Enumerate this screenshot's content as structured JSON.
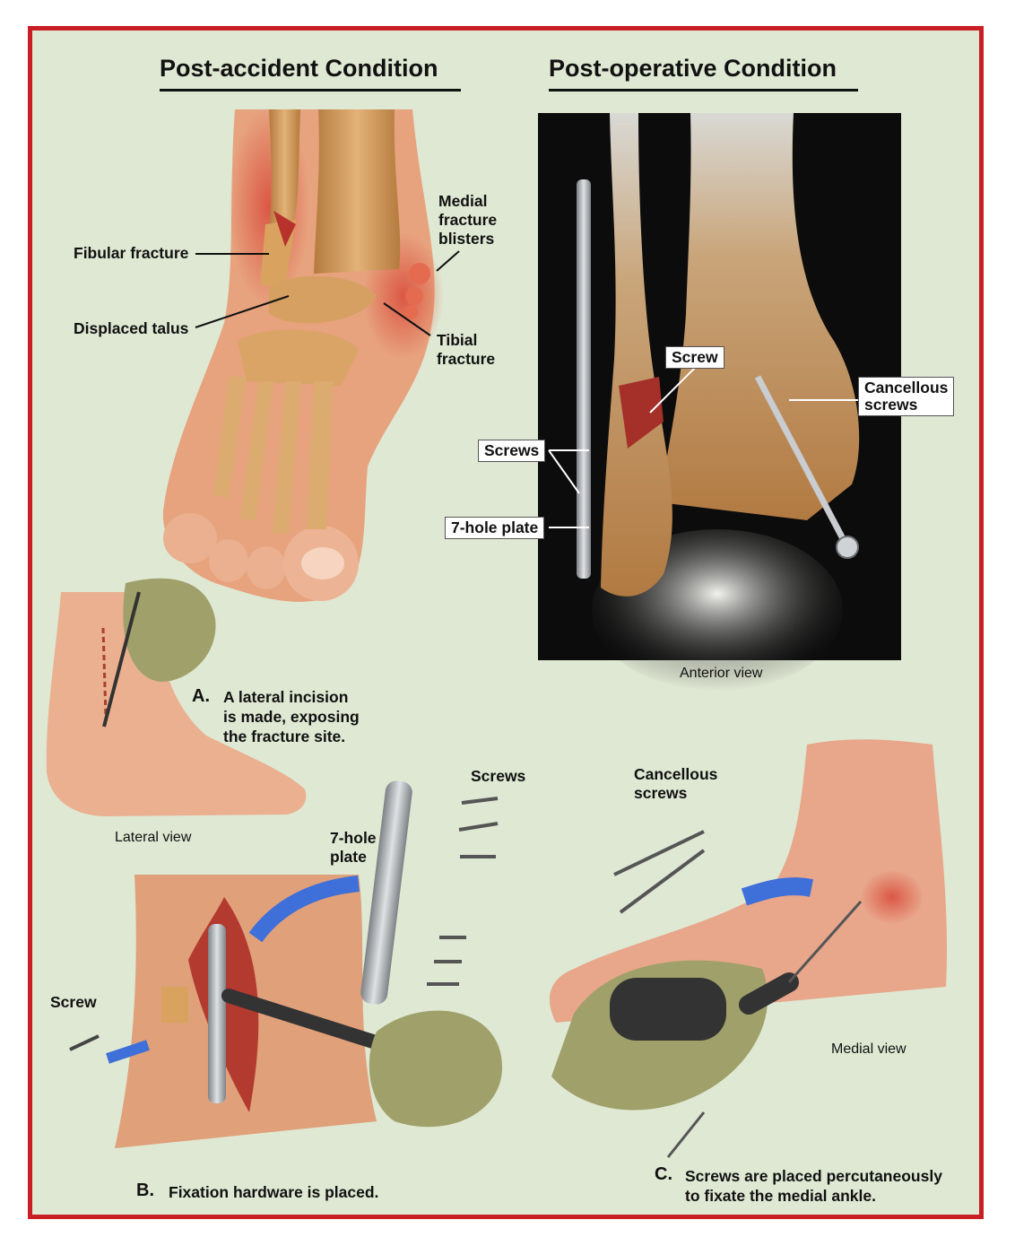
{
  "headings": {
    "left": "Post-accident Condition",
    "right": "Post-operative Condition"
  },
  "post_accident_labels": {
    "fibular_fracture": "Fibular fracture",
    "displaced_talus": "Displaced talus",
    "medial_blisters": [
      "Medial",
      "fracture",
      "blisters"
    ],
    "tibial_fracture": [
      "Tibial",
      "fracture"
    ]
  },
  "post_operative_labels": {
    "screw": "Screw",
    "cancellous_screws": [
      "Cancellous",
      "screws"
    ],
    "screws": "Screws",
    "plate": "7-hole plate",
    "caption": "Anterior view"
  },
  "step_a": {
    "letter": "A.",
    "lines": [
      "A lateral incision",
      "is made, exposing",
      "the fracture site."
    ],
    "caption": "Lateral view"
  },
  "step_b": {
    "letter": "B.",
    "text": "Fixation hardware is placed.",
    "screws_label": "Screws",
    "plate_label": [
      "7-hole",
      "plate"
    ],
    "screw_label": "Screw"
  },
  "step_c": {
    "letter": "C.",
    "lines": [
      "Screws are placed percutaneously",
      "to fixate the medial ankle."
    ],
    "cancellous_label": [
      "Cancellous",
      "screws"
    ],
    "caption": "Medial view"
  },
  "colors": {
    "border": "#c81e24",
    "background": "#dfe8d3",
    "skin": "#e8a27e",
    "bone": "#d9a25f",
    "inflammation": "#d94a3a",
    "glove": "#9fa06a",
    "arrow": "#3f6fd8",
    "metal": "#a8acb0"
  },
  "icons": [
    "ankle-illustration",
    "xray-illustration",
    "plate-illustration",
    "screw-icon",
    "arrow-icon",
    "scalpel-icon",
    "gloved-hand-icon",
    "drill-icon"
  ]
}
